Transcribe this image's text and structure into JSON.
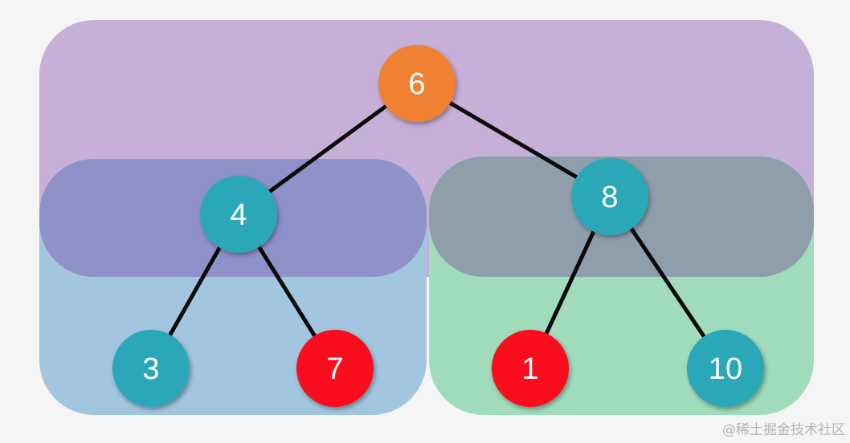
{
  "diagram": {
    "type": "binary-tree",
    "colors": {
      "background": "#f5f5f5",
      "region_whole": "#c6b0d7",
      "region_left": "#a2c6e0",
      "region_right": "#a0dcbb",
      "overlap_left": "#8e92c8",
      "overlap_right": "#8e9eab",
      "edge": "#0a0a0a",
      "root": "#f08030",
      "normal": "#2ba8b8",
      "highlight": "#fa0a1a",
      "label": "#ffffff"
    },
    "nodes": [
      {
        "id": "n6",
        "label": "6",
        "role": "root",
        "parent": null
      },
      {
        "id": "n4",
        "label": "4",
        "role": "normal",
        "parent": "n6"
      },
      {
        "id": "n8",
        "label": "8",
        "role": "normal",
        "parent": "n6"
      },
      {
        "id": "n3",
        "label": "3",
        "role": "normal",
        "parent": "n4"
      },
      {
        "id": "n7",
        "label": "7",
        "role": "highlight",
        "parent": "n4"
      },
      {
        "id": "n1",
        "label": "1",
        "role": "highlight",
        "parent": "n8"
      },
      {
        "id": "n10",
        "label": "10",
        "role": "normal",
        "parent": "n8"
      }
    ],
    "regions": [
      {
        "id": "whole-tree",
        "contains": [
          "n6",
          "n4",
          "n8",
          "n3",
          "n7",
          "n1",
          "n10"
        ]
      },
      {
        "id": "left-subtree",
        "contains": [
          "n4",
          "n3",
          "n7"
        ]
      },
      {
        "id": "right-subtree",
        "contains": [
          "n8",
          "n1",
          "n10"
        ]
      }
    ]
  },
  "watermark": "@稀土掘金技术社区"
}
